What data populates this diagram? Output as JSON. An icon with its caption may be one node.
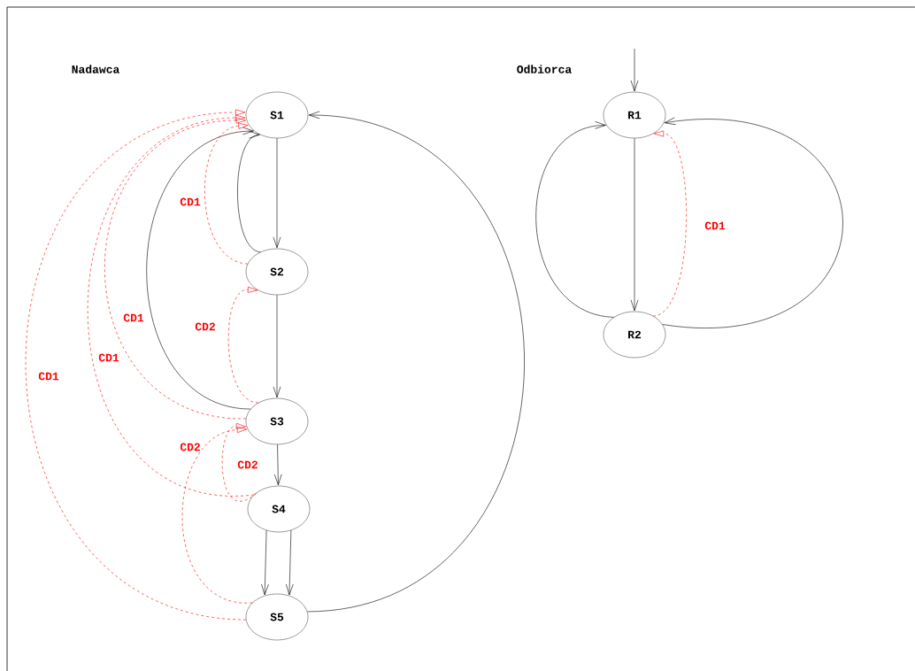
{
  "diagram": {
    "nodes": [
      {
        "text": [
          "S1"
        ]
      },
      {
        "text": [
          "S2"
        ]
      },
      {
        "text": [
          "S3"
        ]
      },
      {
        "text": [
          "S4"
        ]
      },
      {
        "text": [
          "S5"
        ]
      },
      {
        "text": [
          "R1"
        ]
      },
      {
        "text": [
          "R2"
        ]
      }
    ],
    "edges": [
      {
        "from": 0,
        "to": 1,
        "arrow": "to"
      },
      {
        "from": 1,
        "to": 0,
        "arrow": "to"
      },
      {
        "from": 1,
        "to": 2,
        "arrow": "to"
      },
      {
        "from": 2,
        "to": 0,
        "arrow": "to"
      },
      {
        "from": 2,
        "to": 3,
        "arrow": "to"
      },
      {
        "from": 3,
        "to": 4,
        "arrow": "to"
      },
      {
        "from": 3,
        "to": 4,
        "arrow": "to"
      },
      {
        "from": 4,
        "to": 0,
        "arrow": "to"
      },
      {
        "from": null,
        "to": 5,
        "arrow": "to"
      },
      {
        "from": 5,
        "to": 6,
        "arrow": "to"
      },
      {
        "from": 6,
        "to": 5,
        "arrow": "to"
      },
      {
        "from": 6,
        "to": 5,
        "arrow": "to"
      },
      {
        "from": 1,
        "to": 0,
        "arrow": "to",
        "label": "CD1",
        "style": "dashed",
        "color": "#ff0000"
      },
      {
        "from": 2,
        "to": 1,
        "arrow": "to",
        "label": "CD2",
        "style": "dashed",
        "color": "#ff0000"
      },
      {
        "from": 2,
        "to": 0,
        "arrow": "to",
        "label": "CD1",
        "style": "dashed",
        "color": "#ff0000"
      },
      {
        "from": 3,
        "to": 0,
        "arrow": "to",
        "label": "CD1",
        "style": "dashed",
        "color": "#ff0000"
      },
      {
        "from": 3,
        "to": 2,
        "arrow": "to",
        "label": "CD2",
        "style": "dashed",
        "color": "#ff0000"
      },
      {
        "from": 4,
        "to": 2,
        "arrow": "to",
        "label": "CD2",
        "style": "dashed",
        "color": "#ff0000"
      },
      {
        "from": 4,
        "to": 0,
        "arrow": "to",
        "label": "CD1",
        "style": "dashed",
        "color": "#ff0000"
      },
      {
        "from": 6,
        "to": 5,
        "arrow": "to",
        "label": "CD1",
        "style": "dashed",
        "color": "#ff0000"
      }
    ],
    "labels": [
      "Nadawca",
      "Odbiorca"
    ]
  }
}
